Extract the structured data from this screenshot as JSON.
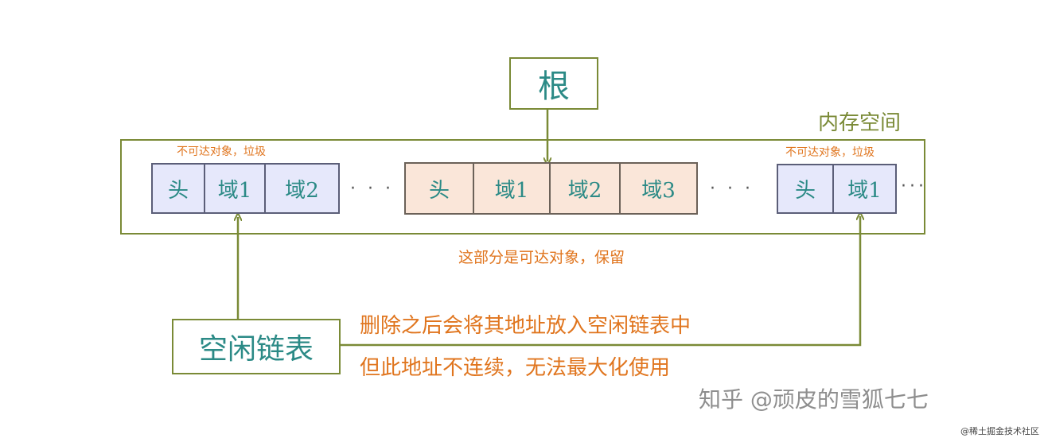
{
  "root": {
    "label": "根"
  },
  "memory_region": {
    "label": "内存空间"
  },
  "annotations": {
    "unreachable_left": "不可达对象，垃圾",
    "unreachable_right": "不可达对象，垃圾",
    "reachable": "这部分是可达对象，保留",
    "delete_note": "删除之后会将其地址放入空闲链表中",
    "discontinuous_note": "但此地址不连续，无法最大化使用"
  },
  "objects": {
    "left": [
      "头",
      "域1",
      "域2"
    ],
    "middle": [
      "头",
      "域1",
      "域2",
      "域3"
    ],
    "right": [
      "头",
      "域1"
    ]
  },
  "ellipses": {
    "e1": "· · ·",
    "e2": "· · ·",
    "e3": "···"
  },
  "free_list": {
    "label": "空闲链表"
  },
  "watermark": "知乎 @顽皮的雪狐七七",
  "credit": "@稀土掘金技术社区",
  "colors": {
    "frame": "#7a8a36",
    "text_teal": "#2b8a86",
    "note_orange": "#e0751e",
    "object_garbage_fill": "#e6e8fb",
    "object_reachable_fill": "#fae6d9"
  }
}
